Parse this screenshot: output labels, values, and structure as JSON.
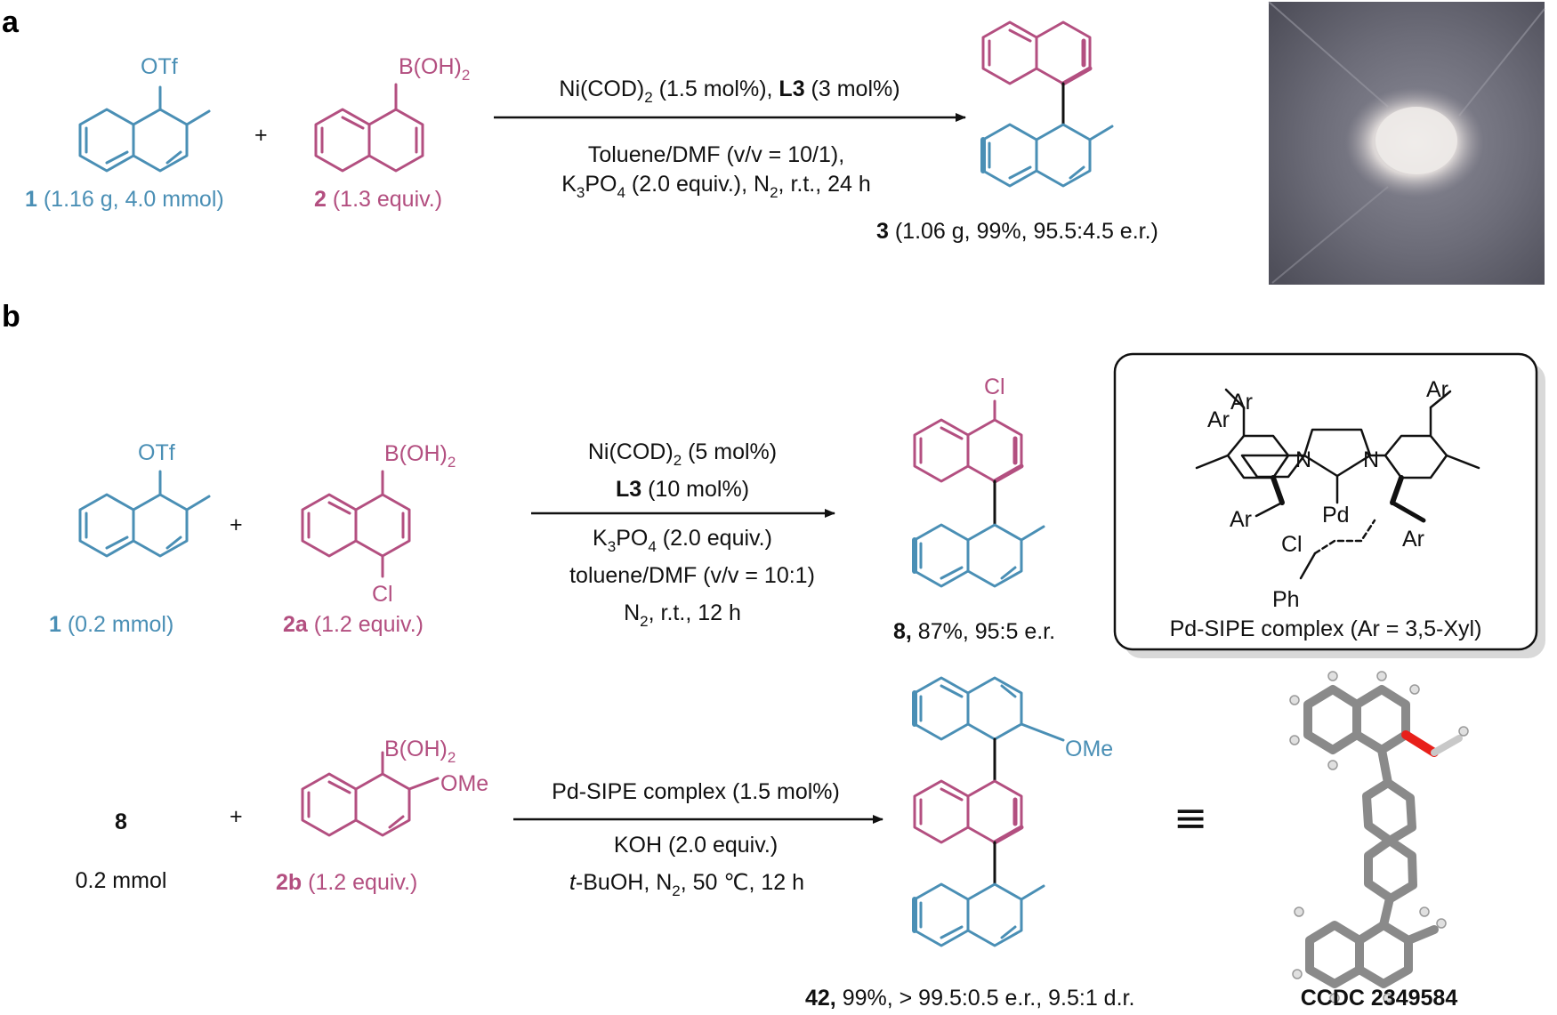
{
  "panel_a": {
    "label": "a",
    "reactant1": {
      "group": "OTf",
      "id": "1",
      "amount": " (1.16 g, 4.0 mmol)"
    },
    "plus": "+",
    "reactant2": {
      "group_main": "B(OH)",
      "group_sub": "2",
      "id": "2",
      "amount": " (1.3 equiv.)"
    },
    "conditions": {
      "line1_a": "Ni(COD)",
      "line1_sub": "2",
      "line1_b": " (1.5 mol%), ",
      "line1_bold": "L3",
      "line1_c": " (3 mol%)",
      "line2": "Toluene/DMF (v/v = 10/1),",
      "line3_a": "K",
      "line3_sub1": "3",
      "line3_b": "PO",
      "line3_sub2": "4",
      "line3_c": " (2.0 equiv.), N",
      "line3_sub3": "2",
      "line3_d": ", r.t., 24 h"
    },
    "product": {
      "id": "3",
      "result": " (1.06 g, 99%, 95.5:4.5 e.r.)"
    }
  },
  "panel_b": {
    "label": "b",
    "row1": {
      "reactant1": {
        "group": "OTf",
        "id": "1",
        "amount": " (0.2 mmol)"
      },
      "plus": "+",
      "reactant2": {
        "group_main": "B(OH)",
        "group_sub": "2",
        "halide": "Cl",
        "id": "2a",
        "amount": " (1.2 equiv.)"
      },
      "conditions": {
        "line1_a": "Ni(COD)",
        "line1_sub": "2",
        "line1_b": " (5 mol%)",
        "line2_bold": "L3",
        "line2_b": " (10 mol%)",
        "line3_a": "K",
        "line3_sub1": "3",
        "line3_b": "PO",
        "line3_sub2": "4",
        "line3_c": " (2.0 equiv.)",
        "line4": "toluene/DMF (v/v = 10:1)",
        "line5_a": "N",
        "line5_sub": "2",
        "line5_b": ", r.t., 12 h"
      },
      "product": {
        "halide": "Cl",
        "id": "8,",
        "result": " 87%, 95:5 e.r."
      }
    },
    "catalyst_box": {
      "ar": "Ar",
      "n": "N",
      "pd": "Pd",
      "cl": "Cl",
      "ph": "Ph",
      "caption": "Pd-SIPE complex (Ar = 3,5-Xyl)"
    },
    "row2": {
      "reactant1": {
        "id": "8",
        "amount": "0.2 mmol"
      },
      "plus": "+",
      "reactant2": {
        "group_main": "B(OH)",
        "group_sub": "2",
        "ome": "OMe",
        "id": "2b",
        "amount": " (1.2 equiv.)"
      },
      "conditions": {
        "line1": "Pd-SIPE complex (1.5 mol%)",
        "line2": "KOH (2.0 equiv.)",
        "line3_italic": "t",
        "line3_a": "-BuOH, N",
        "line3_sub": "2",
        "line3_b": ", 50 ℃, 12 h"
      },
      "product": {
        "ome": "OMe",
        "id": "42,",
        "result": " 99%, > 99.5:0.5 e.r., 9.5:1 d.r."
      },
      "equiv_symbol": "≡",
      "crystal": {
        "caption": "CCDC 2349584"
      }
    },
    "photo": {}
  },
  "colors": {
    "blue": "#4a8fb5",
    "pink": "#b34f80",
    "black": "#111111",
    "oxygen": "#e8201a",
    "bond_gray": "#8a8a8a"
  }
}
